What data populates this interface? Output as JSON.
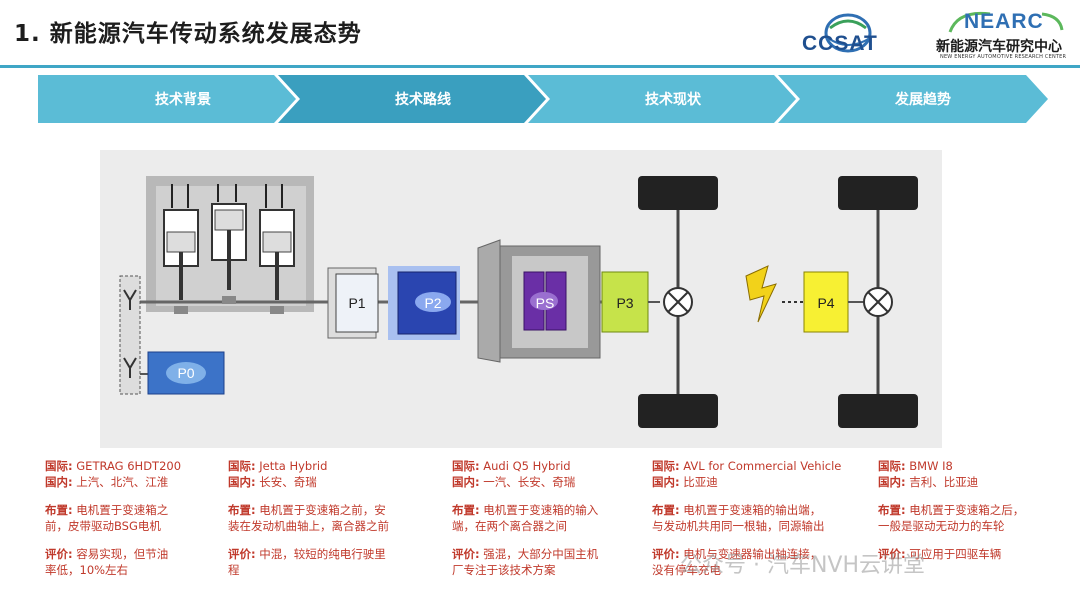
{
  "title": "1.  新能源汽车传动系统发展态势",
  "logos": {
    "ccsat": "CCSAT",
    "nearc": "NEARC",
    "nearc_cn": "新能源汽车研究中心",
    "nearc_en": "NEW ENERGY AUTOMOTIVE RESEARCH CENTER"
  },
  "nav": [
    "技术背景",
    "技术路线",
    "技术现状",
    "发展趋势"
  ],
  "colors": {
    "nav": "#5bbcd6",
    "nav_active": "#3a9fbf",
    "accent_red": "#c0392b"
  },
  "diagram_labels": {
    "p0": "P0",
    "p1": "P1",
    "p2": "P2",
    "ps": "PS",
    "p3": "P3",
    "p4": "P4"
  },
  "columns": [
    {
      "intl_label": "国际:",
      "intl": "GETRAG 6HDT200",
      "dom_label": "国内:",
      "dom": "上汽、北汽、江淮",
      "layout_label": "布置:",
      "layout1": "电机置于变速箱之",
      "layout2": "前，皮带驱动BSG电机",
      "eval_label": "评价:",
      "eval1": "容易实现，但节油",
      "eval2": "率低，10%左右"
    },
    {
      "intl_label": "国际:",
      "intl": "Jetta Hybrid",
      "dom_label": "国内:",
      "dom": "长安、奇瑞",
      "layout_label": "布置:",
      "layout1": "电机置于变速箱之前，安",
      "layout2": "装在发动机曲轴上，离合器之前",
      "eval_label": "评价:",
      "eval1": "中混，较短的纯电行驶里",
      "eval2": "程"
    },
    {
      "intl_label": "国际:",
      "intl": "Audi Q5 Hybrid",
      "dom_label": "国内:",
      "dom": "一汽、长安、奇瑞",
      "layout_label": "布置:",
      "layout1": "电机置于变速箱的输入",
      "layout2": "端，在两个离合器之间",
      "eval_label": "评价:",
      "eval1": "强混，大部分中国主机",
      "eval2": "厂专注于该技术方案"
    },
    {
      "intl_label": "国际:",
      "intl": "AVL for Commercial Vehicle",
      "dom_label": "国内:",
      "dom": "比亚迪",
      "layout_label": "布置:",
      "layout1": "电机置于变速箱的输出端，",
      "layout2": "与发动机共用同一根轴，同源输出",
      "eval_label": "评价:",
      "eval1": "电机与变速器输出轴连接，",
      "eval2": "没有停车充电"
    },
    {
      "intl_label": "国际:",
      "intl": "BMW I8",
      "dom_label": "国内:",
      "dom": "吉利、比亚迪",
      "layout_label": "布置:",
      "layout1": "电机置于变速箱之后，",
      "layout2": "一般是驱动无动力的车轮",
      "eval_label": "评价:",
      "eval1": "可应用于四驱车辆",
      "eval2": ""
    }
  ],
  "watermark": "公众号 · 汽车NVH云讲堂"
}
